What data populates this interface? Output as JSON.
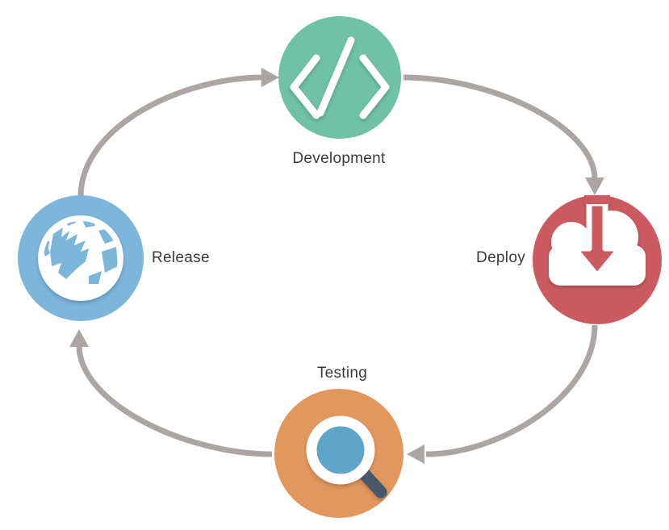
{
  "diagram": {
    "type": "cycle",
    "direction": "clockwise",
    "background": "#ffffff",
    "arrow_color": "#aba6a3",
    "text_color": "#3a3a3a",
    "icon_foreground": "#ffffff",
    "steps": [
      {
        "label": "Development",
        "position": "top",
        "color": "#6fc2a5",
        "icon": "code-icon"
      },
      {
        "label": "Deploy",
        "position": "right",
        "color": "#cb5b61",
        "icon": "cloud-download-icon"
      },
      {
        "label": "Testing",
        "position": "bottom",
        "color": "#e1975e",
        "icon": "magnifier-icon"
      },
      {
        "label": "Release",
        "position": "left",
        "color": "#7cb6da",
        "icon": "globe-icon"
      }
    ],
    "icon_colors": {
      "magnifier_lens": "#5fa5c9",
      "magnifier_handle": "#46586a"
    }
  }
}
